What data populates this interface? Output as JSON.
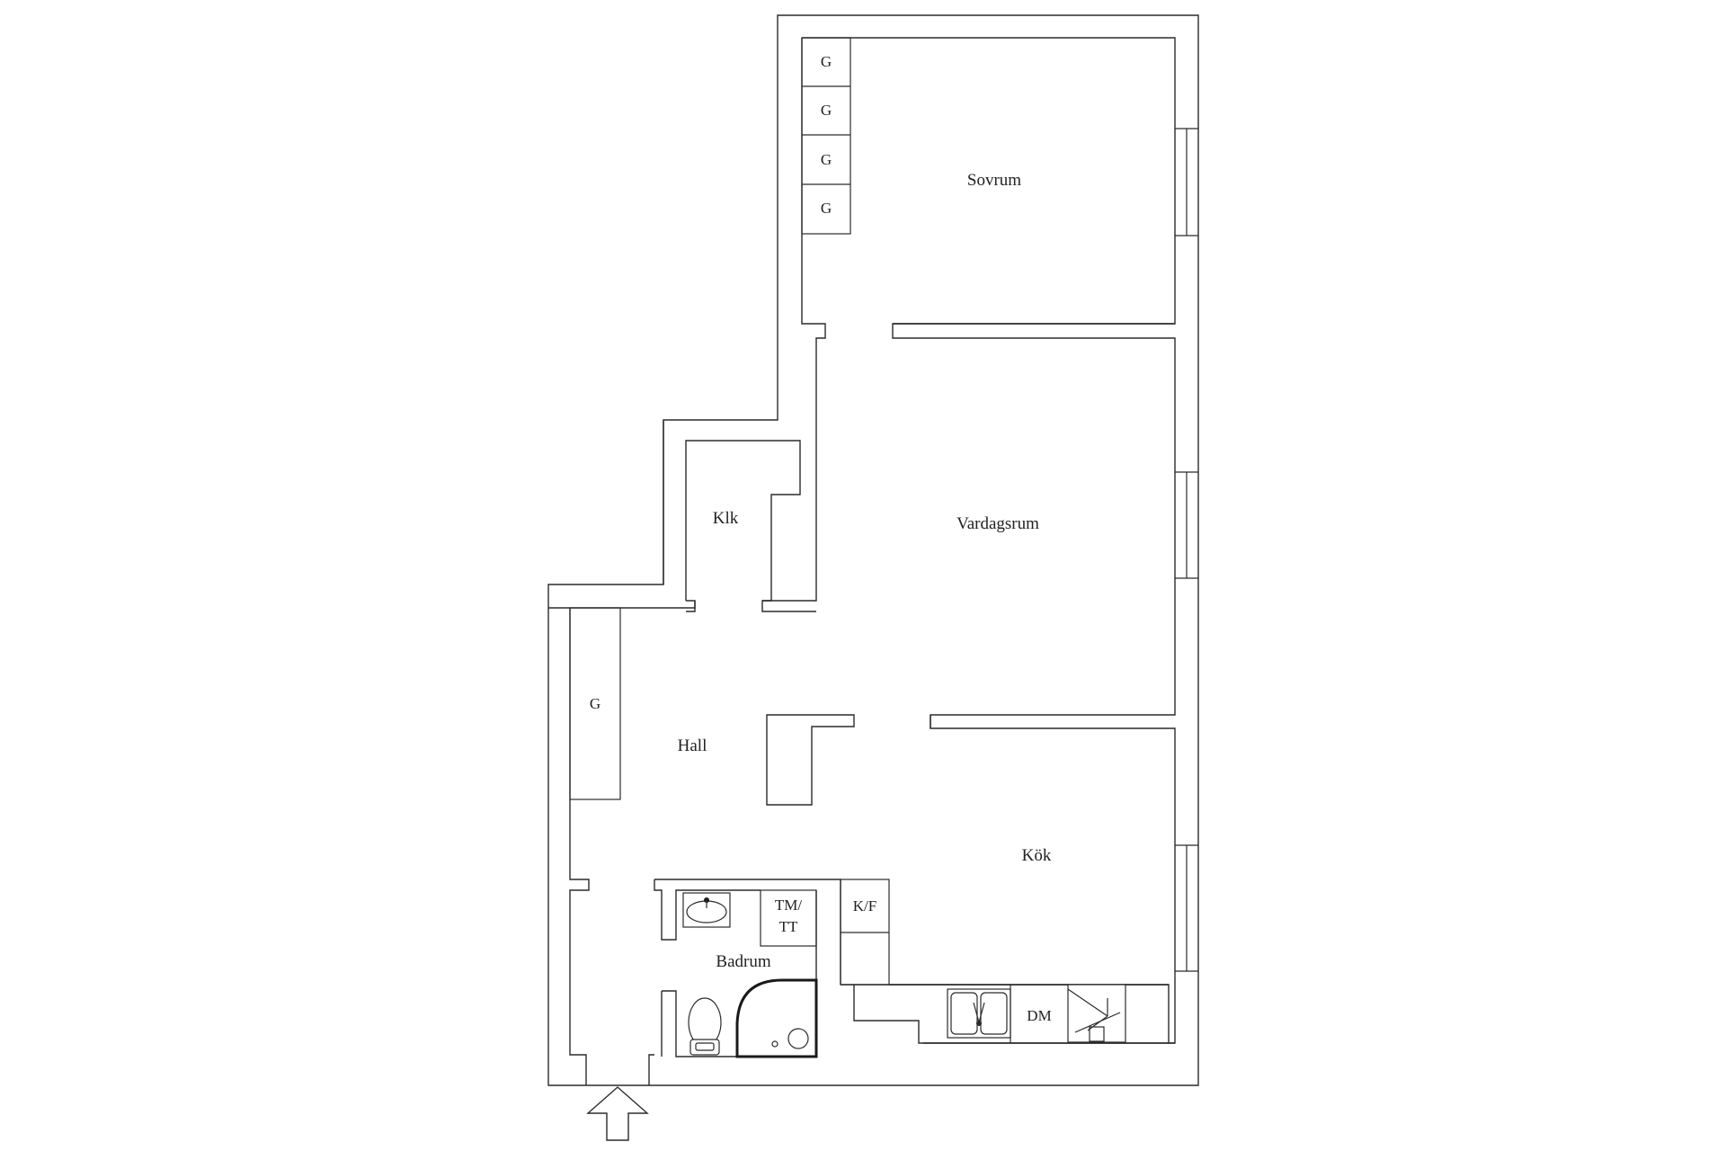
{
  "rooms": {
    "sovrum": "Sovrum",
    "vardagsrum": "Vardagsrum",
    "klk": "Klk",
    "hall": "Hall",
    "kok": "Kök",
    "badrum": "Badrum"
  },
  "closet_label": "G",
  "fixtures": {
    "tm_line1": "TM/",
    "tm_line2": "TT",
    "kf": "K/F",
    "dm": "DM"
  }
}
